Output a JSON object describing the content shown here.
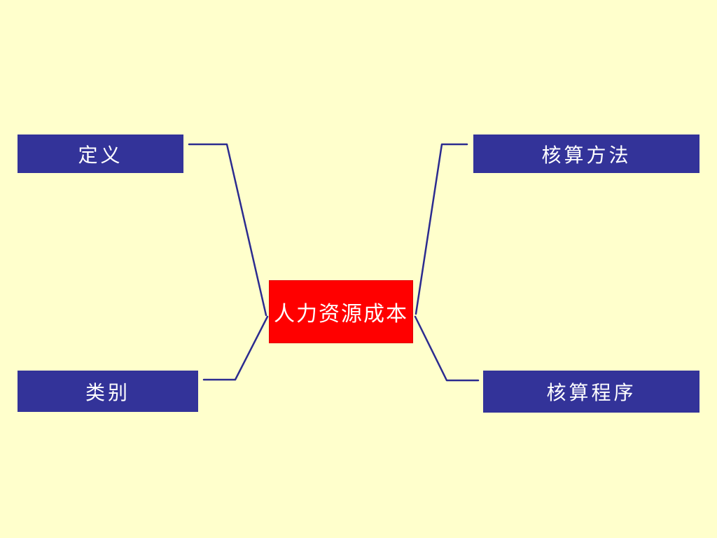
{
  "diagram": {
    "center_node": {
      "label": "人力资源成本"
    },
    "branches": [
      {
        "id": "definition",
        "label": "定义"
      },
      {
        "id": "categories",
        "label": "类别"
      },
      {
        "id": "accounting_method",
        "label": "核算方法"
      },
      {
        "id": "accounting_procedure",
        "label": "核算程序"
      }
    ]
  },
  "colors": {
    "background": "#FFFFCC",
    "branch_box": "#333399",
    "center_box": "#FF0000",
    "connector": "#2B2B8F",
    "text": "#FFFFFF"
  }
}
